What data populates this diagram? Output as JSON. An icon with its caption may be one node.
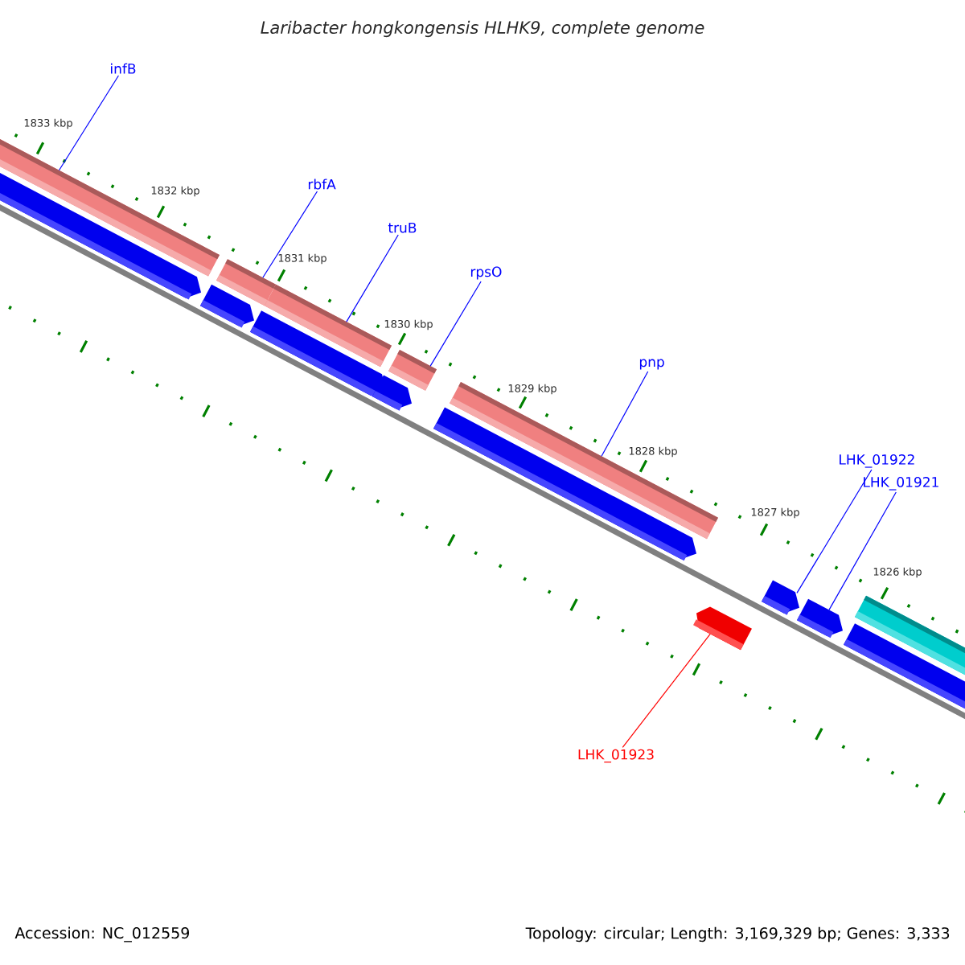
{
  "diagram": {
    "title": "Laribacter hongkongensis HLHK9, complete genome",
    "nodes": [
      {
        "text": [
          "infB"
        ]
      },
      {
        "text": [
          "rbfA"
        ]
      },
      {
        "text": [
          "truB"
        ]
      },
      {
        "text": [
          "rpsO"
        ]
      },
      {
        "text": [
          "pnp"
        ]
      },
      {
        "text": [
          "LHK_01922"
        ]
      },
      {
        "text": [
          "LHK_01921"
        ]
      },
      {
        "text": [
          "LHK_01923"
        ]
      },
      {
        "text": [],
        "shape": "bar"
      },
      {
        "text": [],
        "shape": "arrow"
      },
      {
        "text": [],
        "shape": "arrow"
      },
      {
        "text": [],
        "shape": "bar"
      },
      {
        "text": [],
        "shape": "arrow"
      },
      {
        "text": [],
        "shape": "bar"
      },
      {
        "text": [],
        "shape": "arrow"
      },
      {
        "text": [],
        "shape": "bar"
      },
      {
        "text": [],
        "shape": "arrow"
      },
      {
        "text": [],
        "shape": "bar"
      },
      {
        "text": [],
        "shape": "arrow"
      },
      {
        "text": [],
        "shape": "arrow"
      },
      {
        "text": [],
        "shape": "arrow"
      },
      {
        "text": [],
        "shape": "arrow"
      },
      {
        "text": [],
        "shape": "bar"
      }
    ],
    "edges": [
      {
        "from": 0,
        "to": 8,
        "arrow": "none"
      },
      {
        "from": 1,
        "to": 11,
        "arrow": "none"
      },
      {
        "from": 2,
        "to": 13,
        "arrow": "none"
      },
      {
        "from": 3,
        "to": 15,
        "arrow": "none"
      },
      {
        "from": 4,
        "to": 17,
        "arrow": "none"
      },
      {
        "from": 5,
        "to": 19,
        "arrow": "none"
      },
      {
        "from": 6,
        "to": 20,
        "arrow": "none"
      },
      {
        "from": 7,
        "to": 18,
        "arrow": "none",
        "color": "#ff0000"
      }
    ],
    "labels": [
      "1833 kbp",
      "1832 kbp",
      "1831 kbp",
      "1830 kbp",
      "1829 kbp",
      "1828 kbp",
      "1827 kbp",
      "1826 kbp",
      "Accession: NC_012559",
      "Topology: circular; Length: 3,169,329 bp; Genes: 3,333"
    ]
  }
}
